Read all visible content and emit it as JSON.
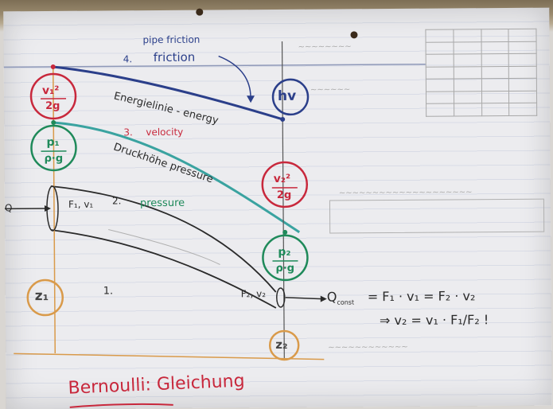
{
  "labels": {
    "pipe_friction": "pipe friction",
    "num4": "4.",
    "friction_word": "friction",
    "energy_line": "Energielinie - energy",
    "num3": "3.",
    "velocity": "velocity",
    "dynamic_pressure": "Druckhöhe pressure",
    "num2": "2.",
    "pressure": "pressure",
    "fv_left": "F₁, v₁",
    "fv_right": "F₂, v₂",
    "num1": "1.",
    "title": "Bernoulli: Gleichung",
    "q_const": "Q",
    "q_sub": "const",
    "continuity_1": "= F₁ · v₁ = F₂ · v₂",
    "continuity_2": "⇒ v₂ = v₁ · F₁/F₂ !",
    "circle_v1": "v₁²",
    "circle_v1_den": "2g",
    "circle_p1": "p₁",
    "circle_p1_den": "ρ·g",
    "circle_z1": "z₁",
    "circle_hv": "hv",
    "circle_v2": "v₂²",
    "circle_v2_den": "2g",
    "circle_p2": "p₂",
    "circle_p2_den": "ρ·g",
    "circle_z2": "z₂",
    "q_left": "Q"
  },
  "colors": {
    "ink_blue": "#2b3f8a",
    "ink_red": "#c8283c",
    "ink_green": "#1f8a5a",
    "ink_teal": "#3aa3a0",
    "ink_orange": "#d99a4a",
    "ink_black": "#2a2a2a",
    "paper": "#ececef"
  }
}
